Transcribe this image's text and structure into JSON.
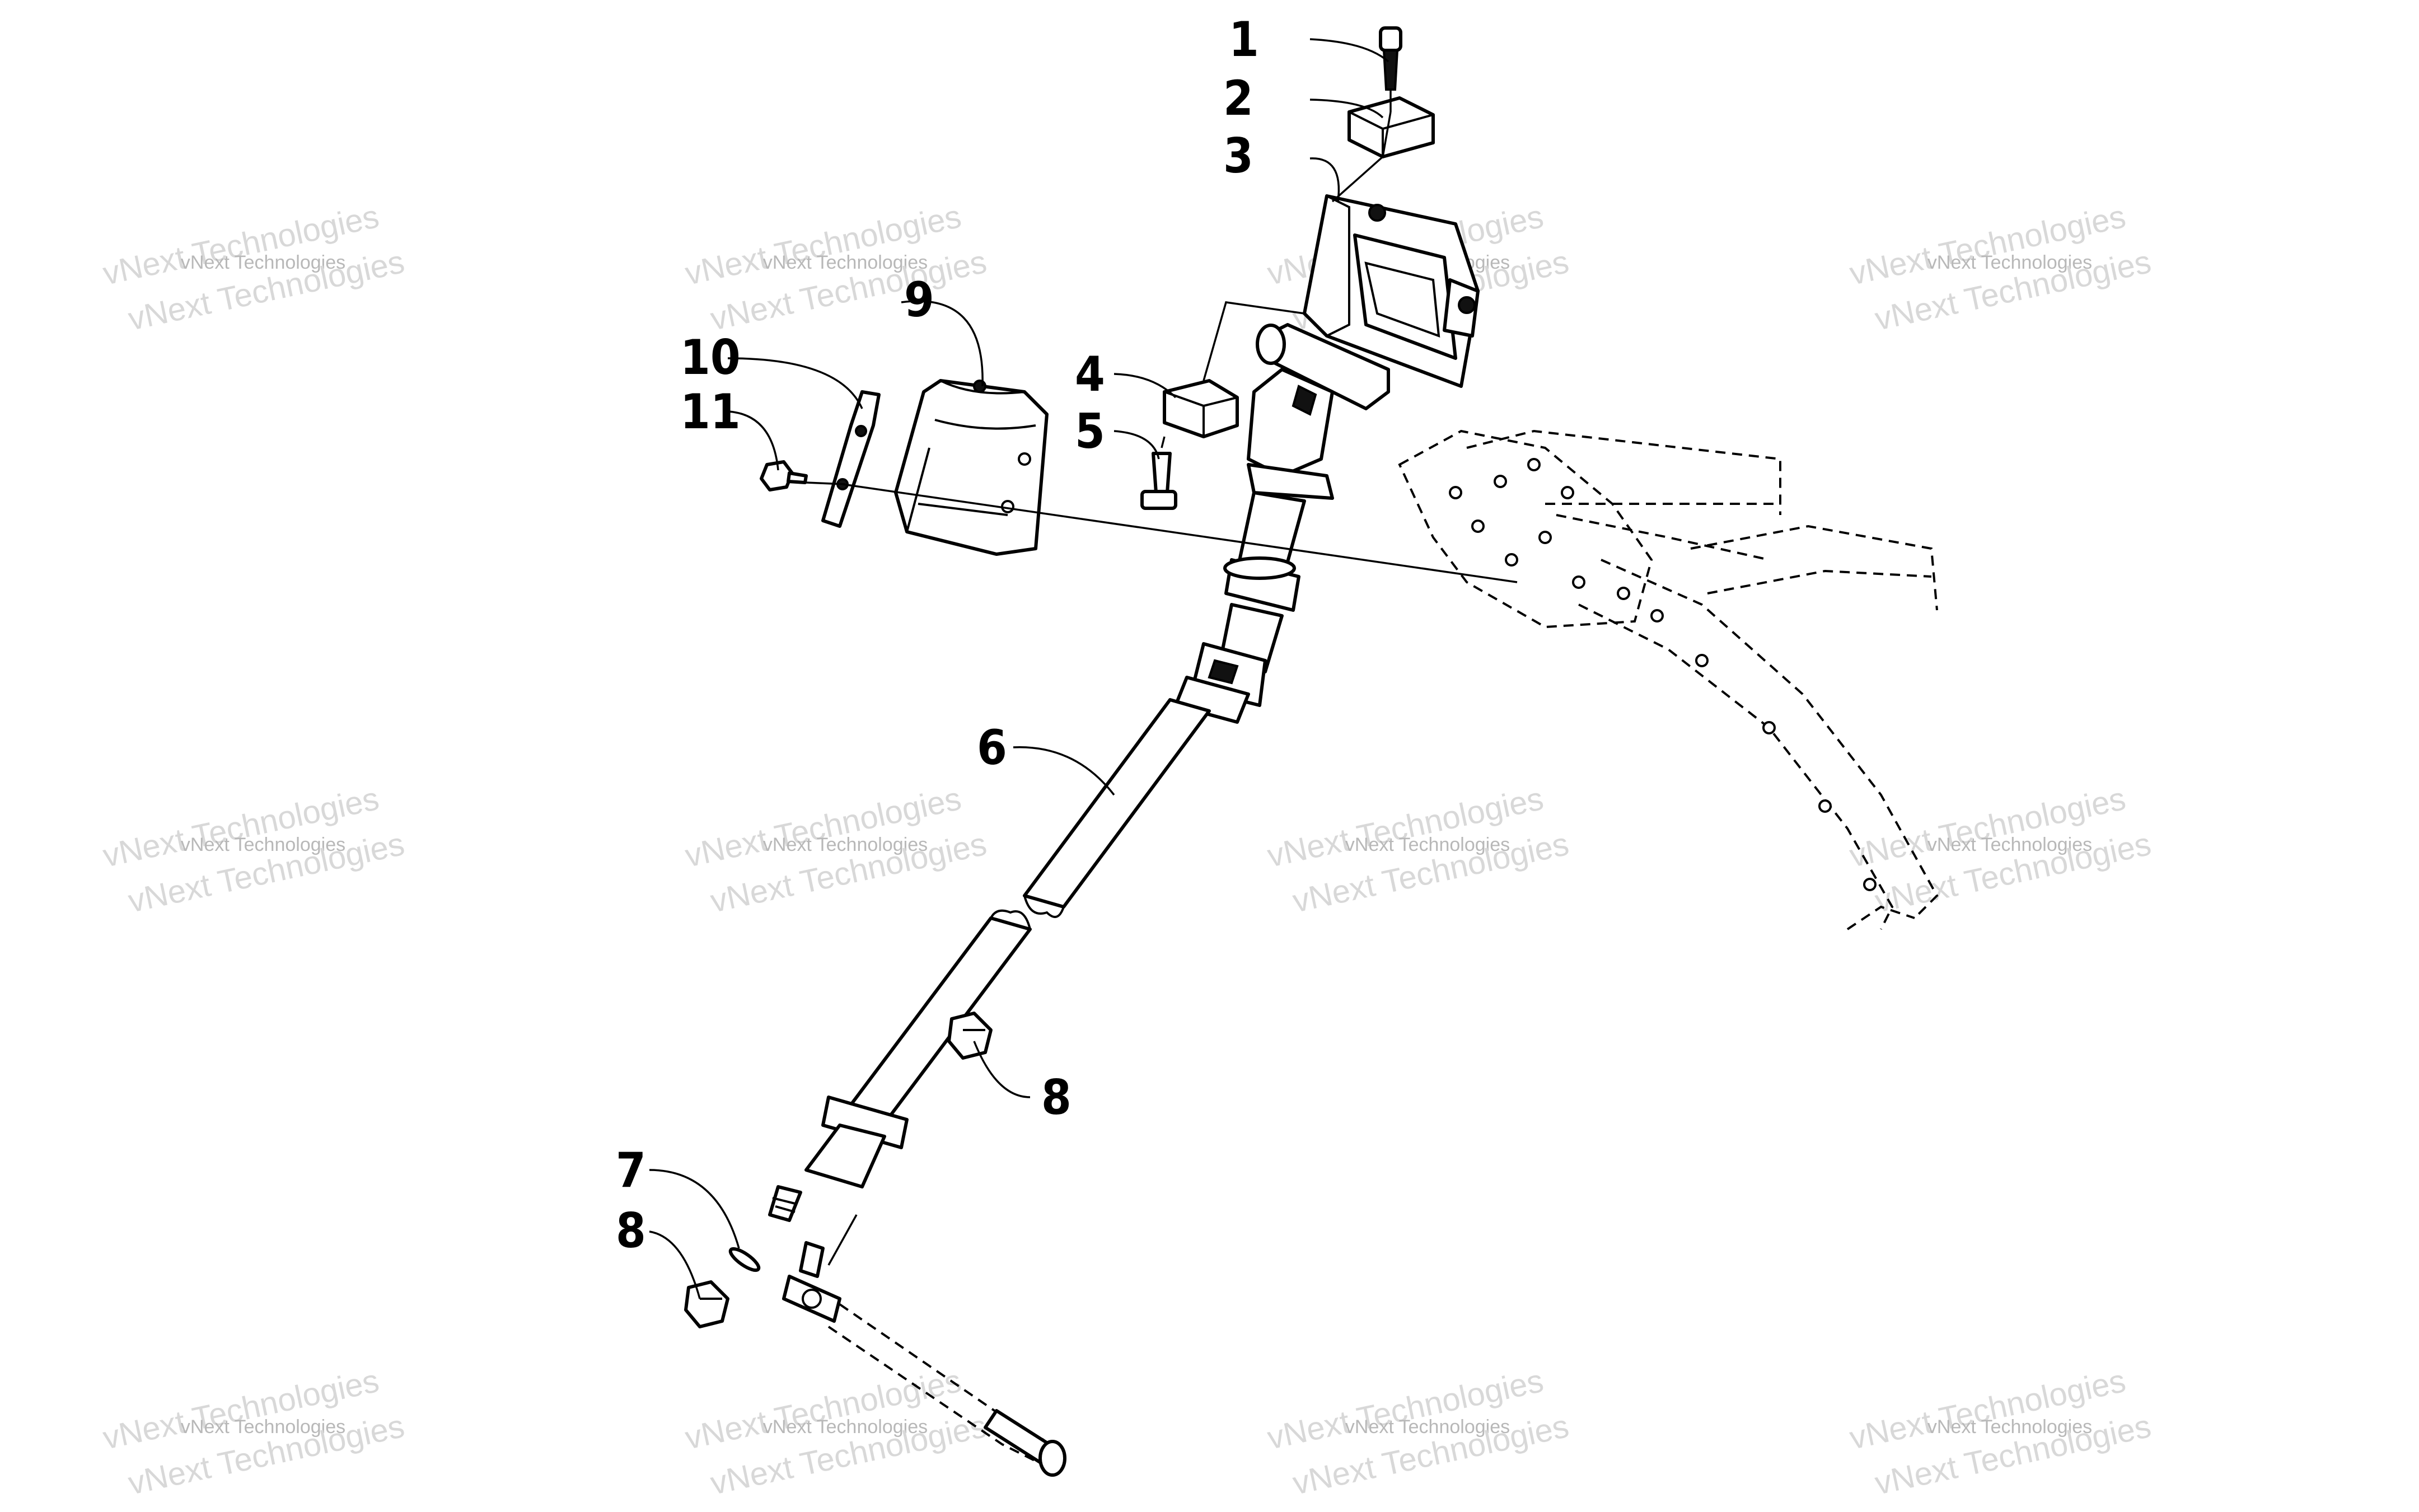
{
  "watermark": {
    "line1": "vNext Technologies",
    "line2": "vNext Technologies",
    "line3": "vNext Technologies"
  },
  "callouts": {
    "c1": "1",
    "c2": "2",
    "c3": "3",
    "c4": "4",
    "c5": "5",
    "c6": "6",
    "c7": "7",
    "c8a": "8",
    "c8b": "8",
    "c9": "9",
    "c10": "10",
    "c11": "11"
  }
}
